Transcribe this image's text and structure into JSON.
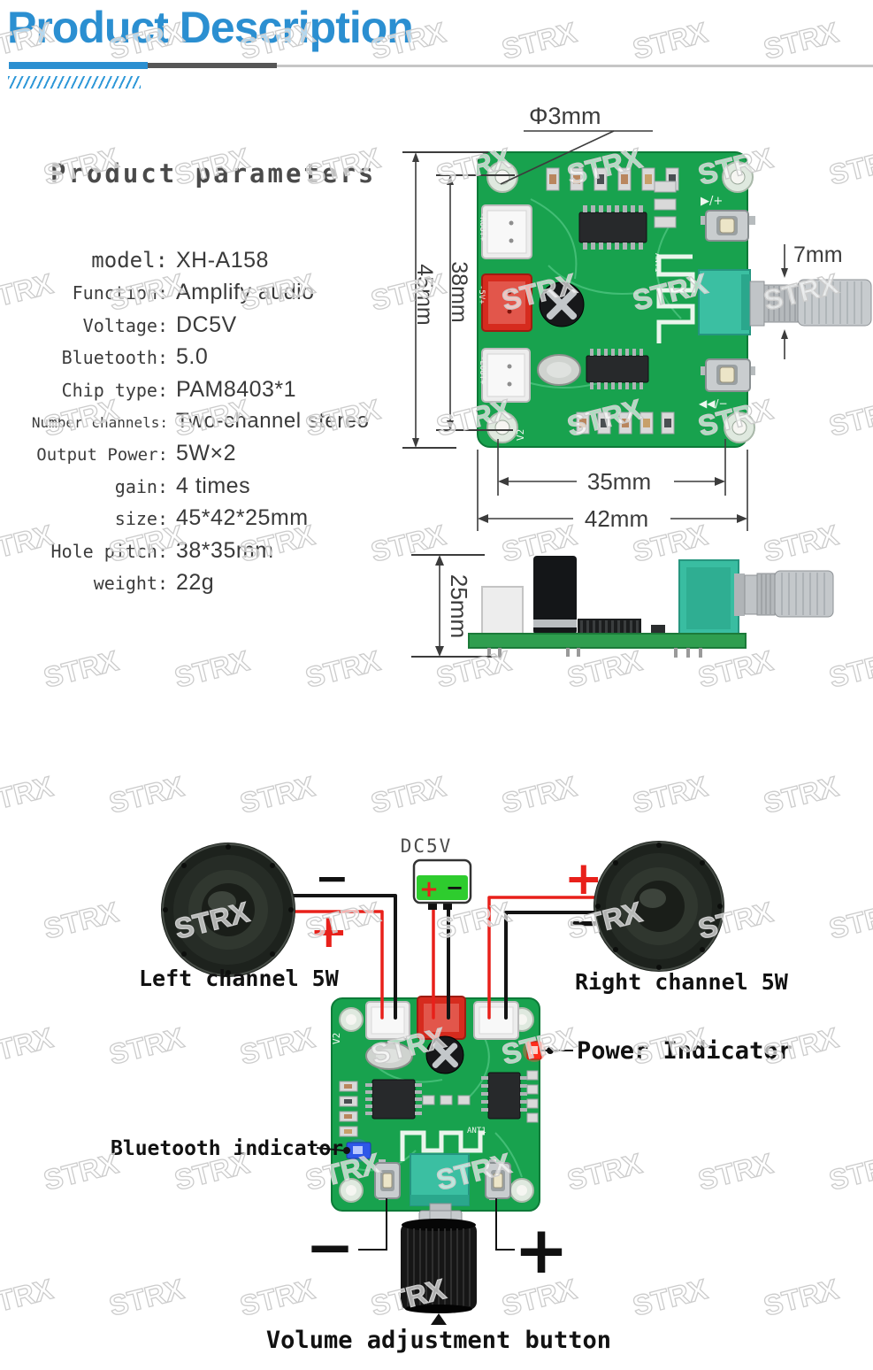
{
  "header": {
    "title": "Product Description"
  },
  "watermark": {
    "text": "STRX"
  },
  "parameters": {
    "heading": "Product parameters",
    "items": [
      {
        "label": "model:",
        "value": "XH-A158"
      },
      {
        "label": "Function:",
        "value": "Amplify audio"
      },
      {
        "label": "Voltage:",
        "value": "DC5V"
      },
      {
        "label": "Bluetooth:",
        "value": "5.0"
      },
      {
        "label": "Chip type:",
        "value": "PAM8403*1"
      },
      {
        "label": "Number channels:",
        "value": "Two-channel stereo"
      },
      {
        "label": "Output Power:",
        "value": "5W×2"
      },
      {
        "label": "gain:",
        "value": "4 times"
      },
      {
        "label": "size:",
        "value": "45*42*25mm"
      },
      {
        "label": "Hole pitch:",
        "value": "38*35mm"
      },
      {
        "label": "weight:",
        "value": "22g"
      }
    ]
  },
  "top_view": {
    "hole_dia": "Φ3mm",
    "board_height": "45mm",
    "hole_pitch_v": "38mm",
    "shaft_dia": "7mm",
    "hole_pitch_h": "35mm",
    "board_width": "42mm",
    "silkscreen": {
      "rout": "-ROUT+",
      "vin": "-5V+",
      "lout": "-LOUT+",
      "ant": "ANT1",
      "v2": "V2",
      "play": "▶/+",
      "prev": "◀◀/−"
    }
  },
  "side_view": {
    "board_depth": "25mm"
  },
  "wiring": {
    "power_label": "DC5V",
    "battery_plus": "+",
    "battery_minus": "−",
    "left_speaker_minus": "−",
    "left_speaker_plus": "+",
    "right_speaker_plus": "+",
    "right_speaker_minus": "−",
    "left_channel": "Left channel 5W",
    "right_channel": "Right channel 5W",
    "power_indicator": "Power Indicator",
    "bluetooth_indicator": "Bluetooth indicator",
    "volume_minus": "−",
    "volume_plus": "+",
    "volume_label": "Volume adjustment button",
    "silkscreen": {
      "v2": "V2",
      "ant": "ANT1"
    }
  },
  "colors": {
    "accent_blue": "#2b8fd1",
    "pcb_green": "#18a24e",
    "pot_teal": "#3bbfa2",
    "wire_red": "#e8201a",
    "wire_black": "#141414"
  }
}
